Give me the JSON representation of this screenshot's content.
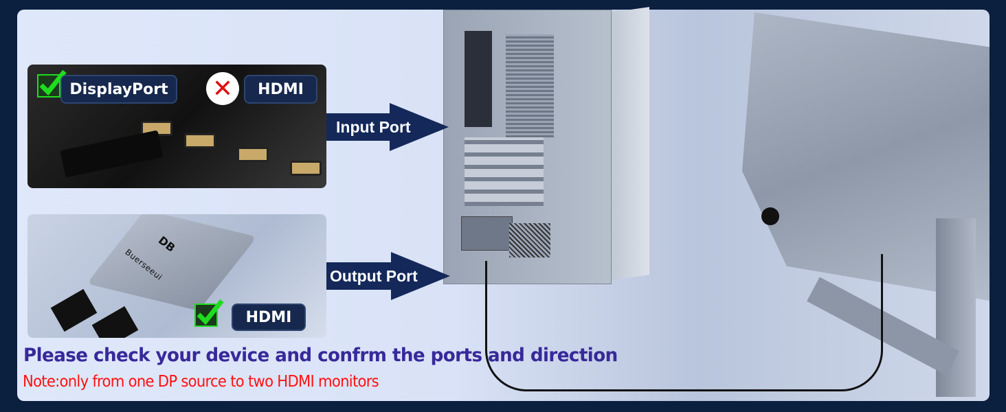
{
  "top_photo": {
    "supported_label": "DisplayPort",
    "supported_icon": "check-icon",
    "unsupported_label": "HDMI",
    "unsupported_icon": "x-icon"
  },
  "bottom_photo": {
    "brand_logo_text": "Buerseeui",
    "supported_label": "HDMI",
    "supported_icon": "check-icon"
  },
  "arrows": {
    "input_label": "Input Port",
    "output_label": "Output Port",
    "color": "#14285a"
  },
  "headline": "Please check your device and confrm the ports and direction",
  "note": "Note:only from one DP source to two HDMI monitors",
  "colors": {
    "headline": "#37299a",
    "note": "#ff1010",
    "frame": "#0b1f3f",
    "check": "#1fdc1f",
    "x": "#e01010"
  }
}
